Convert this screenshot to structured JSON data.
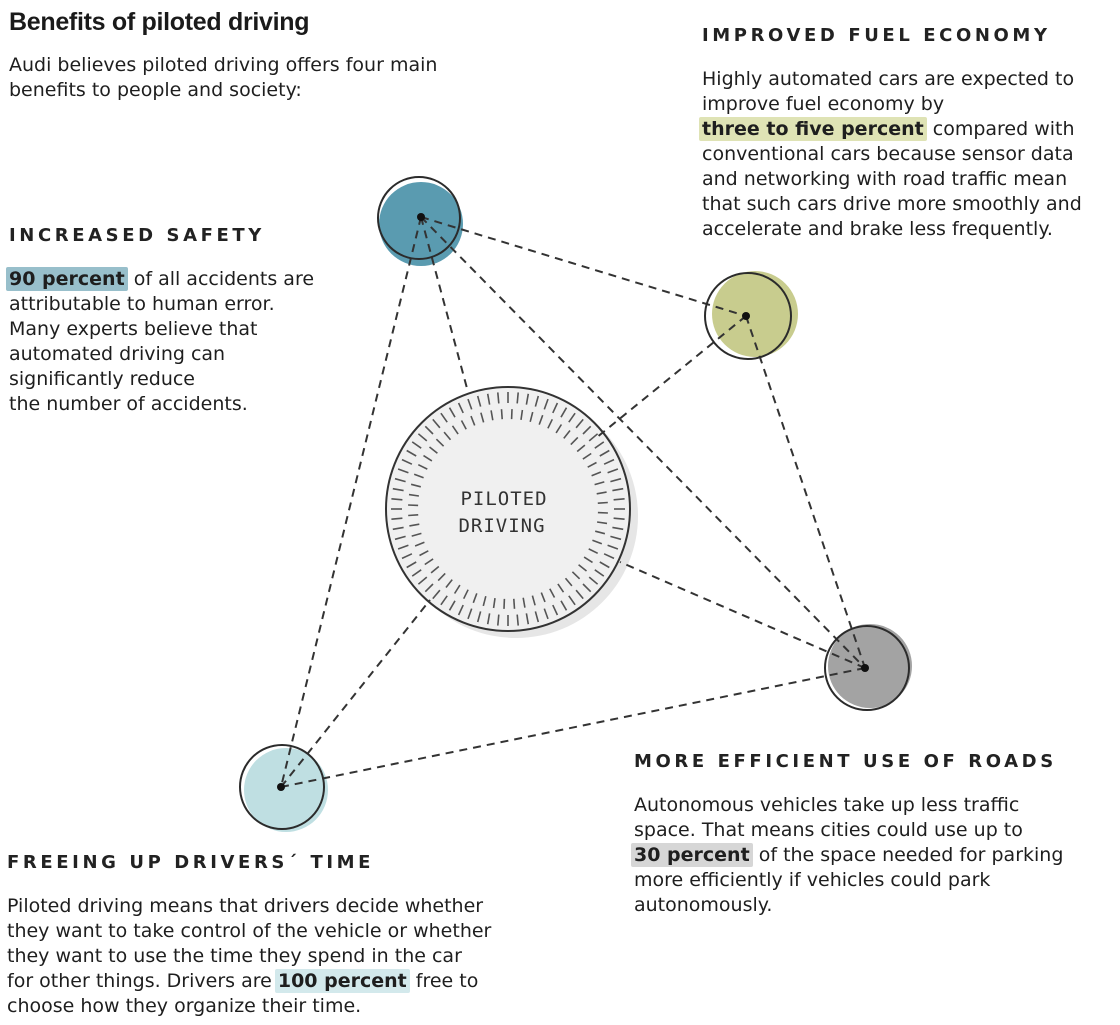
{
  "title": "Benefits of piloted driving",
  "intro": "Audi believes piloted driving offers four main benefits to people and society:",
  "center": {
    "line1": "PILOTED",
    "line2": "DRIVING"
  },
  "sections": {
    "fuel": {
      "heading": "IMPROVED FUEL ECONOMY",
      "line1": "Highly automated cars are expected to",
      "line2": "improve fuel economy by",
      "highlight": "three to five percent",
      "line3_rest": " compared with",
      "line4": "conventional cars because sensor data",
      "line5": "and networking with road traffic mean",
      "line6": "that such cars drive more smoothly and",
      "line7": "accelerate and brake less frequently."
    },
    "safety": {
      "heading": "INCREASED SAFETY",
      "highlight": "90 percent",
      "line1_rest": " of all accidents are",
      "line2": "attributable to human error.",
      "line3": "Many experts believe that",
      "line4": "automated driving can",
      "line5": "significantly reduce",
      "line6": "the number of accidents."
    },
    "roads": {
      "heading": "MORE EFFICIENT USE OF ROADS",
      "line1": "Autonomous vehicles take up less traffic",
      "line2": "space. That means cities could use up to",
      "highlight": "30 percent",
      "line3_rest": " of the space needed for parking",
      "line4": "more efficiently if vehicles could park",
      "line5": "autonomously."
    },
    "time": {
      "heading": "FREEING UP DRIVERS´ TIME",
      "line1": "Piloted driving means that drivers decide whether",
      "line2": "they want to take control of the vehicle or whether",
      "line3": "they want to use the time they spend in the car",
      "line4_start": "for other things. Drivers are ",
      "highlight": "100 percent",
      "line4_rest": " free to",
      "line5": "choose how they organize their time."
    }
  },
  "colors": {
    "safety": "#5a9bb0",
    "fuel": "#c8cc8e",
    "roads": "#a3a3a3",
    "time": "#bfdfe2",
    "center_fill": "#ededed",
    "line": "#333333"
  }
}
